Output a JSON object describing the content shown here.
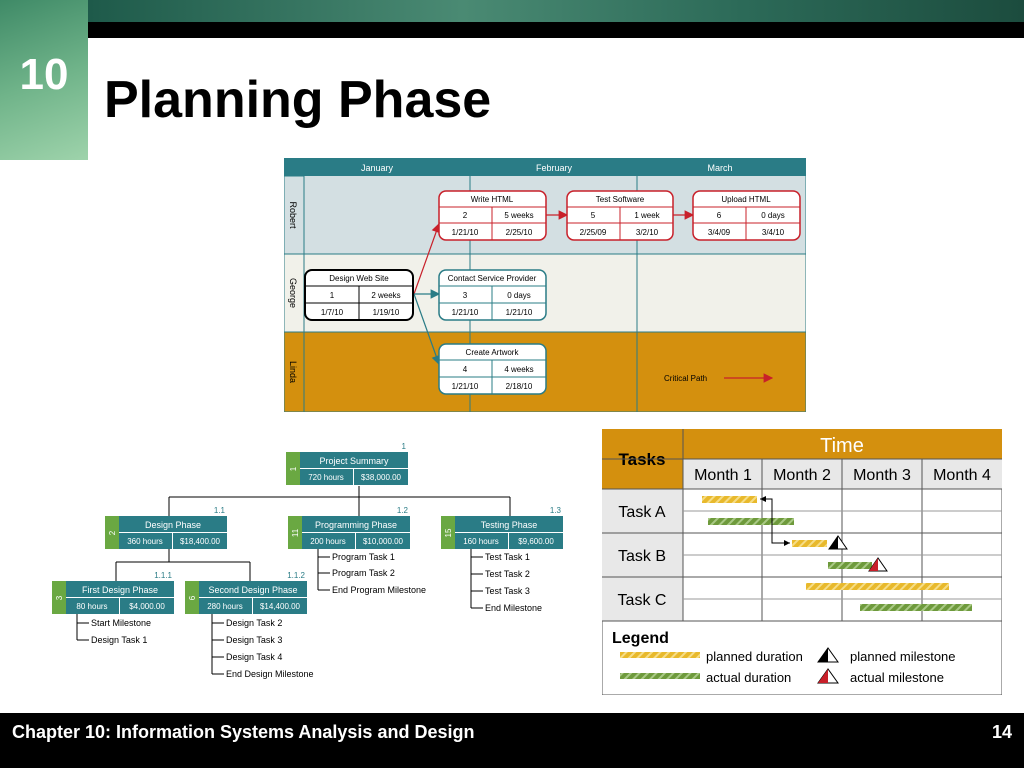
{
  "slide": {
    "chapter_number": "10",
    "title": "Planning Phase",
    "footer_left": "Chapter 10: Information Systems Analysis and Design",
    "footer_right": "14"
  },
  "pert": {
    "months": [
      "January",
      "February",
      "March"
    ],
    "people": [
      "Robert",
      "George",
      "Linda"
    ],
    "tasks": [
      {
        "name": "Write HTML",
        "id": "2",
        "duration": "5 weeks",
        "start": "1/21/10",
        "end": "2/25/10"
      },
      {
        "name": "Test Software",
        "id": "5",
        "duration": "1 week",
        "start": "2/25/09",
        "end": "3/2/10"
      },
      {
        "name": "Upload HTML",
        "id": "6",
        "duration": "0 days",
        "start": "3/4/09",
        "end": "3/4/10"
      },
      {
        "name": "Design Web Site",
        "id": "1",
        "duration": "2 weeks",
        "start": "1/7/10",
        "end": "1/19/10"
      },
      {
        "name": "Contact Service Provider",
        "id": "3",
        "duration": "0 days",
        "start": "1/21/10",
        "end": "1/21/10"
      },
      {
        "name": "Create Artwork",
        "id": "4",
        "duration": "4 weeks",
        "start": "1/21/10",
        "end": "2/18/10"
      }
    ],
    "critical_path_label": "Critical Path",
    "colors": {
      "header": "#2a7c86",
      "robert": "#d3dfe2",
      "george": "#f1f1ea",
      "linda": "#d4900e",
      "critical": "#c8202a",
      "normal": "#2a7c86"
    }
  },
  "wbs": {
    "nodes": [
      {
        "num": "1",
        "code": "1",
        "name": "Project Summary",
        "hours": "720 hours",
        "cost": "$38,000.00"
      },
      {
        "num": "2",
        "code": "1.1",
        "name": "Design Phase",
        "hours": "360 hours",
        "cost": "$18,400.00"
      },
      {
        "num": "11",
        "code": "1.2",
        "name": "Programming Phase",
        "hours": "200 hours",
        "cost": "$10,000.00"
      },
      {
        "num": "15",
        "code": "1.3",
        "name": "Testing Phase",
        "hours": "160 hours",
        "cost": "$9,600.00"
      },
      {
        "num": "3",
        "code": "1.1.1",
        "name": "First Design Phase",
        "hours": "80 hours",
        "cost": "$4,000.00"
      },
      {
        "num": "6",
        "code": "1.1.2",
        "name": "Second Design Phase",
        "hours": "280 hours",
        "cost": "$14,400.00"
      }
    ],
    "lists": {
      "programming": [
        "Program Task 1",
        "Program Task 2",
        "End Program Milestone"
      ],
      "testing": [
        "Test Task 1",
        "Test Task 2",
        "Test Task 3",
        "End Milestone"
      ],
      "first_design": [
        "Start Milestone",
        "Design Task 1"
      ],
      "second_design": [
        "Design Task 2",
        "Design Task 3",
        "Design Task 4",
        "End Design Milestone"
      ]
    },
    "colors": {
      "node": "#2a7c86",
      "num": "#6aa842"
    }
  },
  "gantt": {
    "tasks_header": "Tasks",
    "time_header": "Time",
    "months": [
      "Month 1",
      "Month 2",
      "Month 3",
      "Month 4"
    ],
    "rows": [
      "Task A",
      "Task B",
      "Task C"
    ],
    "legend_title": "Legend",
    "legend": {
      "planned_duration": "planned duration",
      "actual_duration": "actual duration",
      "planned_milestone": "planned milestone",
      "actual_milestone": "actual milestone"
    },
    "colors": {
      "header": "#d4900e",
      "planned": "#e8b92c",
      "actual": "#6e9a3c",
      "milestone_actual": "#c8202a"
    }
  }
}
